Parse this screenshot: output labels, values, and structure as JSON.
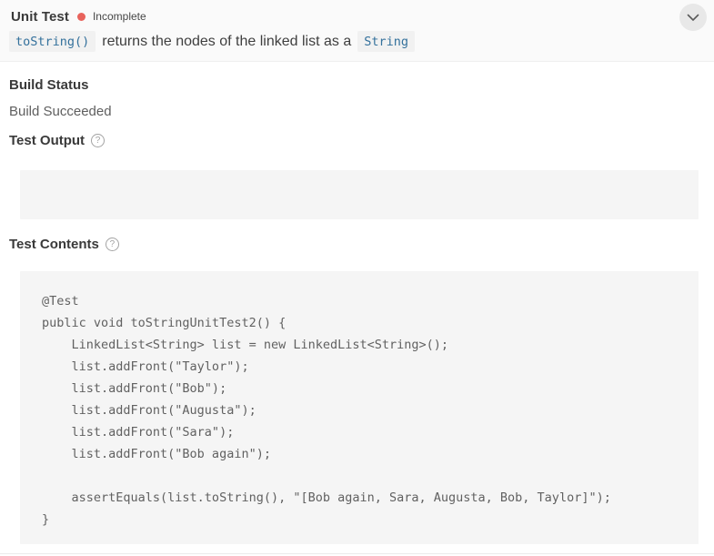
{
  "header": {
    "title": "Unit Test",
    "status": "Incomplete",
    "status_color": "#e8635c",
    "description": {
      "code_before": "toString()",
      "text_middle": "returns the nodes of the linked list as a",
      "code_after": "String"
    },
    "collapse_icon": "chevron-down"
  },
  "sections": {
    "build_status": {
      "label": "Build Status",
      "value": "Build Succeeded"
    },
    "test_output": {
      "label": "Test Output",
      "help_glyph": "?",
      "content": ""
    },
    "test_contents": {
      "label": "Test Contents",
      "help_glyph": "?",
      "code": "@Test\npublic void toStringUnitTest2() {\n    LinkedList<String> list = new LinkedList<String>();\n    list.addFront(\"Taylor\");\n    list.addFront(\"Bob\");\n    list.addFront(\"Augusta\");\n    list.addFront(\"Sara\");\n    list.addFront(\"Bob again\");\n\n    assertEquals(list.toString(), \"[Bob again, Sara, Augusta, Bob, Taylor]\");\n}"
    }
  },
  "colors": {
    "accent_code_blue": "#34719c",
    "status_red": "#e8635c",
    "box_gray": "#f5f5f5",
    "header_gray": "#fafafa"
  }
}
